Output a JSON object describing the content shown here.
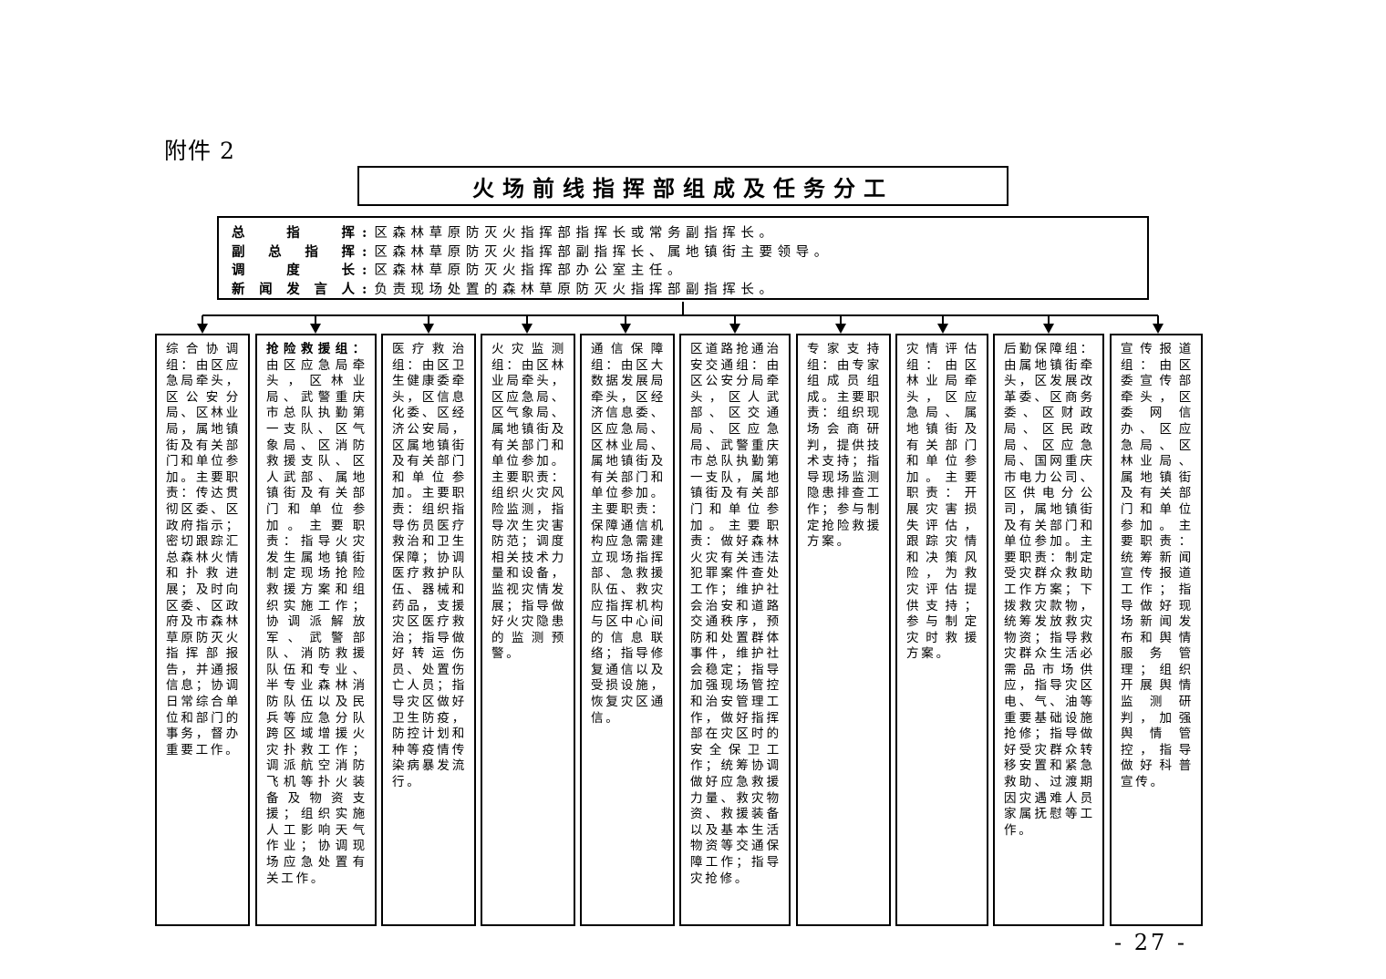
{
  "attachment_label": "附件 2",
  "title": "火场前线指挥部组成及任务分工",
  "leaders": [
    {
      "role": "总指挥",
      "desc": "区森林草原防灭火指挥部指挥长或常务副指挥长。"
    },
    {
      "role": "副总指挥",
      "desc": "区森林草原防灭火指挥部副指挥长、属地镇街主要领导。"
    },
    {
      "role": "调度长",
      "desc": "区森林草原防灭火指挥部办公室主任。"
    },
    {
      "role": "新闻发言人",
      "desc": "负责现场处置的森林草原防灭火指挥部副指挥长。"
    }
  ],
  "groups": [
    {
      "head": "",
      "body": "综合协调组：由区应急局牵头，区公安分局、区林业局，属地镇街及有关部门和单位参加。主要职责：传达贯彻区委、区政府指示；密切跟踪汇总森林火情和扑救进展；及时向区委、区政府及市森林草原防灭火指挥部报告，并通报信息；协调日常综合单位和部门的事务，督办重要工作。"
    },
    {
      "head": "抢险救援组：",
      "body": "由区应急局牵头，区林业局、武警重庆市总队执勤第一支队、区气象局、区消防救援支队、区人武部、属地镇街及有关部门和单位参加。主要职责：指导火灾发生属地镇街制定现场抢险救援方案和组织实施工作；协调派解放军、武警部队、消防救援队伍和专业、半专业森林消防队伍以及民兵等应急分队跨区域增援火灾扑救工作；调派航空消防飞机等扑火装备及物资支援；组织实施人工影响天气作业；协调现场应急处置有关工作。"
    },
    {
      "head": "",
      "body": "医疗救治组：由区卫生健康委牵头，区信息化委、区经济公安局，区属地镇街及有关部门和单位参加。主要职责：组织指导伤员医疗救治和卫生保障；协调医疗救护队伍、器械和药品，支援灾区医疗救治；指导做好转运伤员、处置伤亡人员；指导灾区做好卫生防疫，防控计划和种等疫情传染病暴发流行。"
    },
    {
      "head": "",
      "body": "火灾监测组：由区林业局牵头，区应急局、区气象局、属地镇街及有关部门和单位参加。主要职责：组织火灾风险监测，指导次生灾害防范；调度相关技术力量和设备，监视灾情发展；指导做好火灾隐患的监测预警。"
    },
    {
      "head": "",
      "body": "通信保障组：由区大数据发展局牵头，区经济信息委、区应急局、区林业局、属地镇街及有关部门和单位参加。主要职责：保障通信机构应急需建立现场指挥部、急救援队伍、救灾应指挥机构与区中心间的信息联络；指导修复通信以及受损设施，恢复灾区通信。"
    },
    {
      "head": "",
      "body": "区道路抢通治安交通组：由区公安分局牵头，区人武部、区交通局、区应急局、武警重庆市总队执勤第一支队，属地镇街及有关部门和单位参加。主要职责：做好森林火灾有关违法犯罪案件查处工作；维护社会治安和道路交通秩序，预防和处置群体事件，维护社会稳定；指导加强现场管控和治安管理工作，做好指挥部在灾区时的安全保卫工作；统筹协调做好应急救援力量、救灾物资、救援装备以及基本生活物资等交通保障工作；指导灾抢修。"
    },
    {
      "head": "",
      "body": "专家支持组：由专家组成员组成。主要职责：组织现场会商研判，提供技术支持；指导现场监测隐患排查工作；参与制定抢险救援方案。"
    },
    {
      "head": "",
      "body": "灾情评估组：由区林业局牵头，区应急局、属地镇街及有关部门和单位参加。主要职责：开展灾害损失评估，跟踪灾情和决策风险，为救灾评估提供支持；参与制定灾时救援方案。"
    },
    {
      "head": "",
      "body": "后勤保障组：由属地镇街牵头，区发展改革委、区商务委、区财政局、区民政局、区应急局、国网重庆市电力公司、区供电分公司，属地镇街及有关部门和单位参加。主要职责：制定受灾群众救助工作方案；下拨救灾款物，统筹发放救灾物资；指导救灾群众生活必需品市场供应，指导灾区电、气、油等重要基础设施抢修；指导做好受灾群众转移安置和紧急救助、过渡期因灾遇难人员家属抚慰等工作。"
    },
    {
      "head": "",
      "body": "宣传报道组：由区委宣传部牵头，区委网信办、区应急局、区林业局、属地镇街及有关部门和单位参加。主要职责：统筹新闻宣传报道工作；指导做好现场新闻发布和舆情服务管理；组织开展舆情监测研判，加强舆情管控，指导做好科普宣传。"
    }
  ],
  "page_number": "- 27 -"
}
